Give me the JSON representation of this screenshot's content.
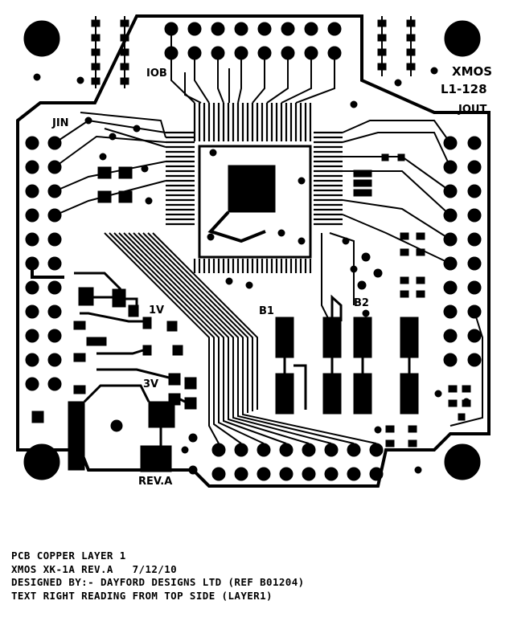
{
  "board": {
    "labels": {
      "iob": "IOB",
      "jin": "JIN",
      "xmos": "XMOS",
      "part": "L1-128",
      "jout": "JOUT",
      "b1": "B1",
      "b2": "B2",
      "v1": "1V",
      "v3": "3V",
      "rev": "REV.A"
    }
  },
  "footer": {
    "line1": "PCB COPPER LAYER 1",
    "line2": "XMOS XK-1A REV.A   7/12/10",
    "line3": "DESIGNED BY:- DAYFORD DESIGNS LTD (REF B01204)",
    "line4": "TEXT RIGHT READING FROM TOP SIDE (LAYER1)"
  },
  "colors": {
    "copper": "#000000",
    "background": "#ffffff"
  }
}
